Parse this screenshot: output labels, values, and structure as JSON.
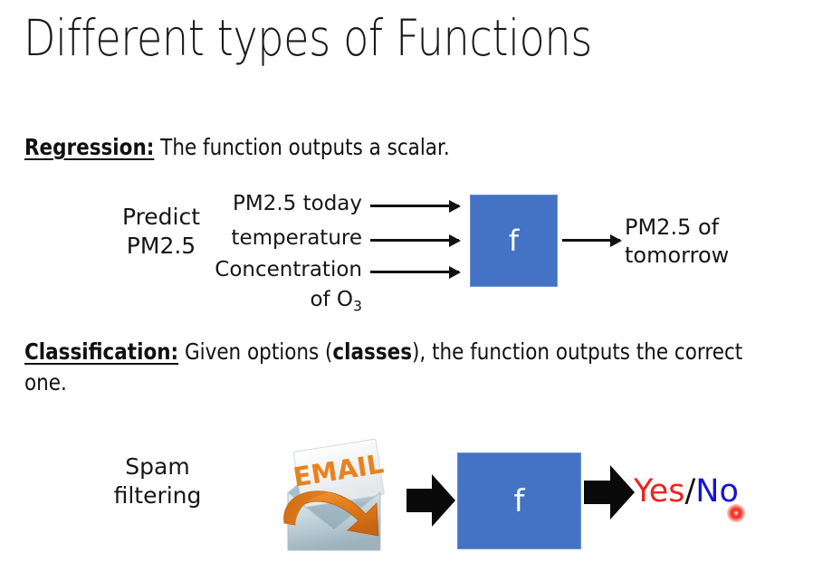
{
  "slide": {
    "title": "Different types of Functions",
    "background_color": "#ffffff"
  },
  "regression": {
    "keyword": "Regression:",
    "description": " The function outputs a scalar.",
    "task_label": "Predict\nPM2.5",
    "inputs": [
      {
        "text": "PM2.5 today"
      },
      {
        "text": "temperature"
      },
      {
        "text": "Concentration"
      },
      {
        "text_main": "of O",
        "subscript": "3"
      }
    ],
    "function_box_label": "f",
    "output_label": "PM2.5 of\ntomorrow"
  },
  "classification": {
    "keyword": "Classification:",
    "description_part1": " Given options (",
    "description_bold": "classes",
    "description_part2": "), the function outputs the correct one.",
    "task_label": "Spam\nfiltering",
    "email_icon_text": "EMAIL",
    "function_box_label": "f",
    "output": {
      "yes": "Yes",
      "separator": "/",
      "no": "No"
    }
  },
  "colors": {
    "function_box_blue": "#4472c4",
    "yes_red": "#ee2222",
    "no_blue": "#1414d8",
    "email_orange": "#e8821e",
    "laser_dot_red": "#f63124",
    "text_black": "#111111"
  }
}
